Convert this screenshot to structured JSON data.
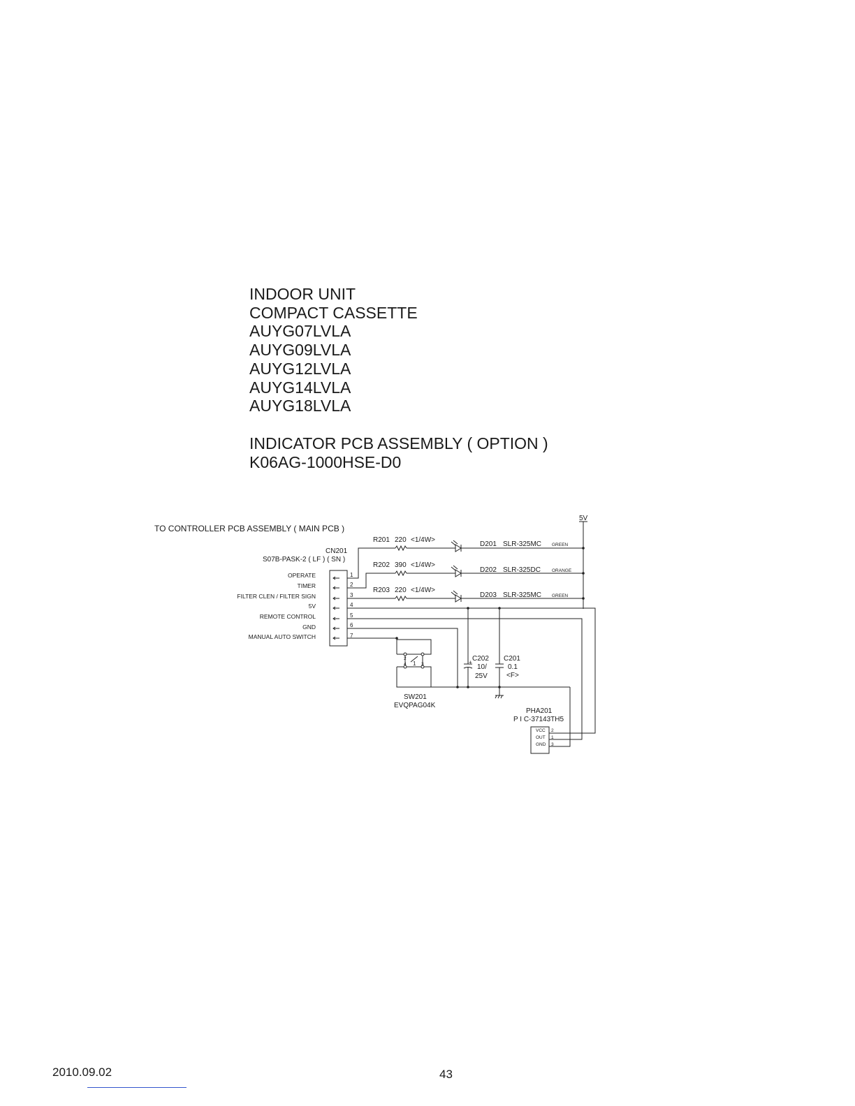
{
  "header": {
    "unit_type": "INDOOR UNIT",
    "series": "COMPACT CASSETTE",
    "models": [
      "AUYG07LVLA",
      "AUYG09LVLA",
      "AUYG12LVLA",
      "AUYG14LVLA",
      "AUYG18LVLA"
    ],
    "assembly": "INDICATOR PCB ASSEMBLY ( OPTION )",
    "part_number": "K06AG-1000HSE-D0"
  },
  "schematic": {
    "controller_label": "TO CONTROLLER PCB ASSEMBLY ( MAIN PCB )",
    "supply_label": "5V",
    "connector": {
      "ref": "CN201",
      "part": "S07B-PASK-2 ( LF ) ( SN )",
      "pins": [
        {
          "num": "1",
          "signal": "OPERATE"
        },
        {
          "num": "2",
          "signal": "TIMER"
        },
        {
          "num": "3",
          "signal": "FILTER CLEN / FILTER SIGN"
        },
        {
          "num": "4",
          "signal": "5V"
        },
        {
          "num": "5",
          "signal": "REMOTE CONTROL"
        },
        {
          "num": "6",
          "signal": "GND"
        },
        {
          "num": "7",
          "signal": "MANUAL AUTO SWITCH"
        }
      ]
    },
    "resistors": [
      {
        "ref": "R201",
        "value": "220",
        "rating": "<1/4W>"
      },
      {
        "ref": "R202",
        "value": "390",
        "rating": "<1/4W>"
      },
      {
        "ref": "R203",
        "value": "220",
        "rating": "<1/4W>"
      }
    ],
    "leds": [
      {
        "ref": "D201",
        "part": "SLR-325MC",
        "color": "GREEN"
      },
      {
        "ref": "D202",
        "part": "SLR-325DC",
        "color": "ORANGE"
      },
      {
        "ref": "D203",
        "part": "SLR-325MC",
        "color": "GREEN"
      }
    ],
    "capacitors": [
      {
        "ref": "C202",
        "value": "10/",
        "rating": "25V",
        "polarity": "+"
      },
      {
        "ref": "C201",
        "value": "0.1",
        "rating": "<F>"
      }
    ],
    "switch": {
      "ref": "SW201",
      "part": "EVQPAG04K",
      "pins": [
        "2",
        "4",
        "1",
        "3"
      ]
    },
    "sensor": {
      "ref": "PHA201",
      "part": "P I C-37143TH5",
      "pins": [
        {
          "name": "VCC",
          "num": "2"
        },
        {
          "name": "OUT",
          "num": "1"
        },
        {
          "name": "GND",
          "num": "3"
        }
      ]
    }
  },
  "footer": {
    "date": "2010.09.02",
    "page_number": "43"
  }
}
